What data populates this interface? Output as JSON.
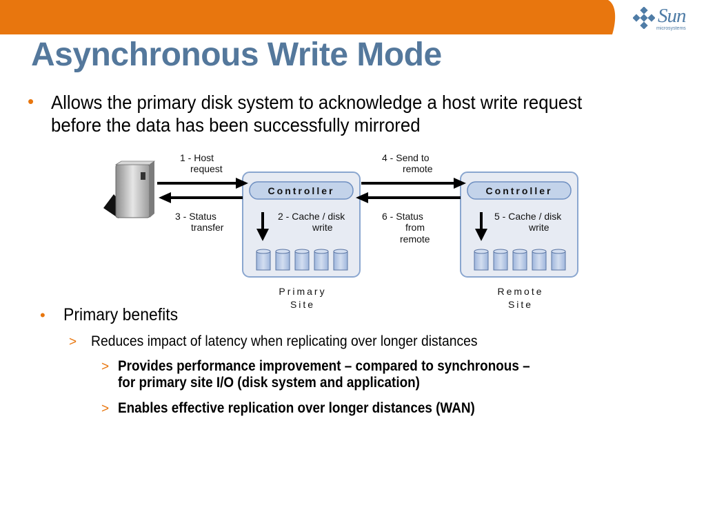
{
  "slide": {
    "title": "Asynchronous Write Mode",
    "bullet_main": "Allows the primary disk system to acknowledge a host write request before the data has been successfully mirrored",
    "benefits_heading": "Primary benefits",
    "benefit_sub": "Reduces impact of latency when replicating over longer distances",
    "benefit_detail_1_line1": "Provides performance improvement – compared to synchronous –",
    "benefit_detail_1_line2": "for primary site I/O (disk system and application)",
    "benefit_detail_2": "Enables effective replication over longer distances (WAN)"
  },
  "logo": {
    "word": "Sun",
    "sub": "microsystems"
  },
  "diagram": {
    "step1_line1": "1 - Host",
    "step1_line2": "request",
    "step3_line1": "3 - Status",
    "step3_line2": "transfer",
    "step2_line1": "2 - Cache / disk",
    "step2_line2": "write",
    "step4_line1": "4 - Send to",
    "step4_line2": "remote",
    "step6_line1": "6 - Status",
    "step6_line2": "from",
    "step6_line3": "remote",
    "step5_line1": "5 - Cache / disk",
    "step5_line2": "write",
    "controller_label": "Controller",
    "primary_line1": "Primary",
    "primary_line2": "Site",
    "remote_line1": "Remote",
    "remote_line2": "Site"
  },
  "colors": {
    "orange": "#e8760e",
    "title_blue": "#54789c",
    "box_fill": "#e7ebf3",
    "box_stroke": "#8aa6cf",
    "controller_fill": "#c3d3ea",
    "disk_fill": "#b9cbe6"
  }
}
